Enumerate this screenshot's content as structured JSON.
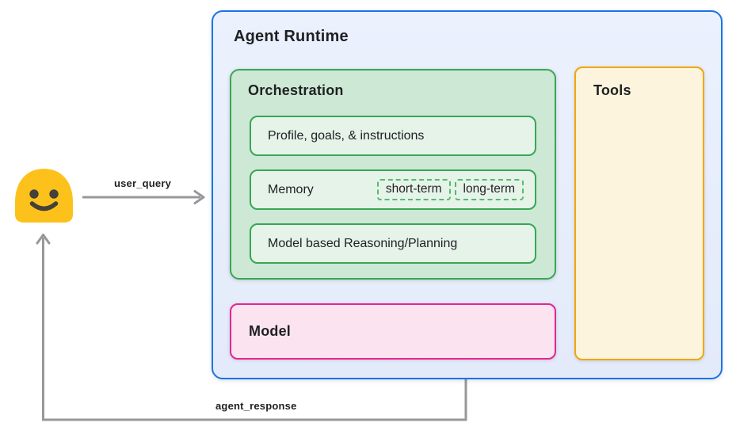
{
  "agent_runtime": {
    "title": "Agent Runtime"
  },
  "orchestration": {
    "title": "Orchestration",
    "items": [
      {
        "label": "Profile, goals, & instructions"
      },
      {
        "label": "Memory",
        "tags": [
          "short-term",
          "long-term"
        ]
      },
      {
        "label": "Model based Reasoning/Planning"
      }
    ]
  },
  "model": {
    "title": "Model"
  },
  "tools": {
    "title": "Tools"
  },
  "flows": {
    "user_query_label": "user_query",
    "agent_response_label": "agent_response"
  },
  "icons": {
    "user": "user-smiley-emoji"
  },
  "colors": {
    "blue_border": "#1A73E8",
    "blue_fill_top": "#EBF1FD",
    "blue_fill_bottom": "#E3EAF9",
    "green_border": "#37A755",
    "green_fill": "#CDE8D4",
    "green_fill_light": "#E5F3E9",
    "green_dashed": "#57BB6C",
    "orange_border": "#F2A60D",
    "cream_fill": "#FCF4DD",
    "pink_border": "#E52592",
    "pink_fill": "#FBE3F0",
    "arrow_gray": "#97989B",
    "text_dark": "#1F2023",
    "emoji_yellow": "#FCC21B",
    "emoji_face": "#44403A"
  }
}
